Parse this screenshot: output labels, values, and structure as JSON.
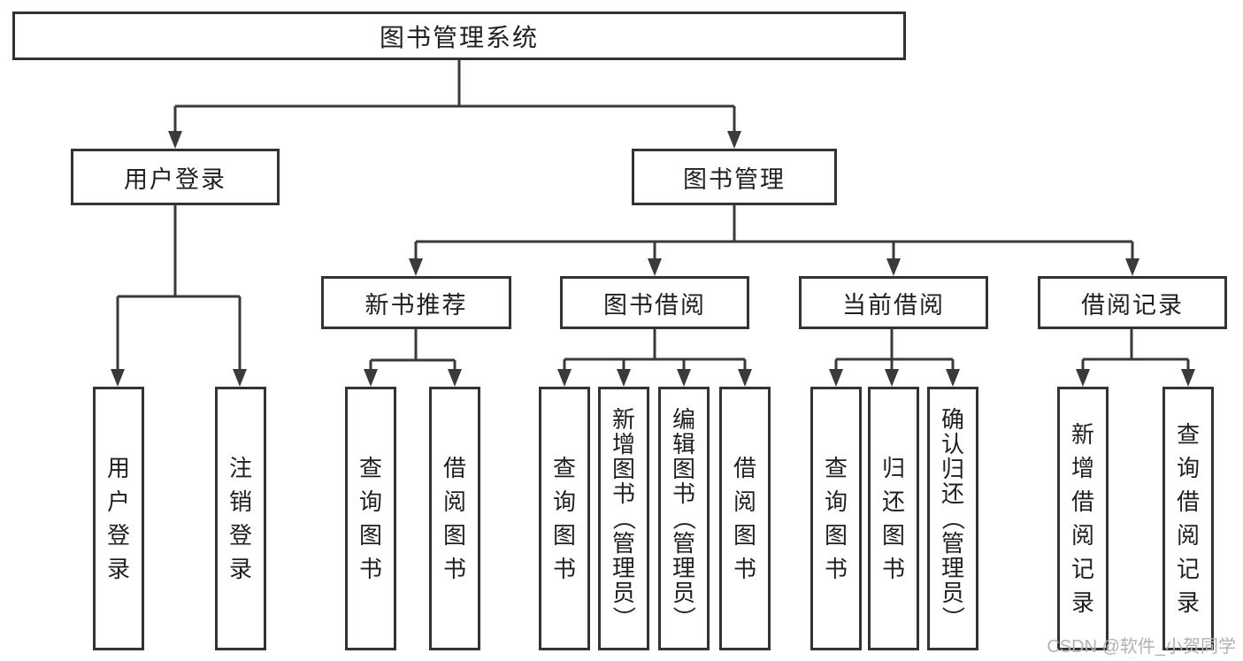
{
  "diagram": {
    "watermark": "CSDN @软件_小贺同学",
    "colors": {
      "background": "#ffffff",
      "line": "#3a3a3a",
      "box_border": "#333333",
      "text": "#1f1f1f",
      "watermark": "#b2b2b2"
    },
    "tree": {
      "label": "图书管理系统",
      "children": [
        {
          "label": "用户登录",
          "children": [
            {
              "label": "用户登录"
            },
            {
              "label": "注销登录"
            }
          ]
        },
        {
          "label": "图书管理",
          "children": [
            {
              "label": "新书推荐",
              "children": [
                {
                  "label": "查询图书"
                },
                {
                  "label": "借阅图书"
                }
              ]
            },
            {
              "label": "图书借阅",
              "children": [
                {
                  "label": "查询图书"
                },
                {
                  "label": "新增图书（管理员）"
                },
                {
                  "label": "编辑图书（管理员）"
                },
                {
                  "label": "借阅图书"
                }
              ]
            },
            {
              "label": "当前借阅",
              "children": [
                {
                  "label": "查询图书"
                },
                {
                  "label": "归还图书"
                },
                {
                  "label": "确认归还（管理员）"
                }
              ]
            },
            {
              "label": "借阅记录",
              "children": [
                {
                  "label": "新增借阅记录"
                },
                {
                  "label": "查询借阅记录"
                }
              ]
            }
          ]
        }
      ]
    }
  }
}
